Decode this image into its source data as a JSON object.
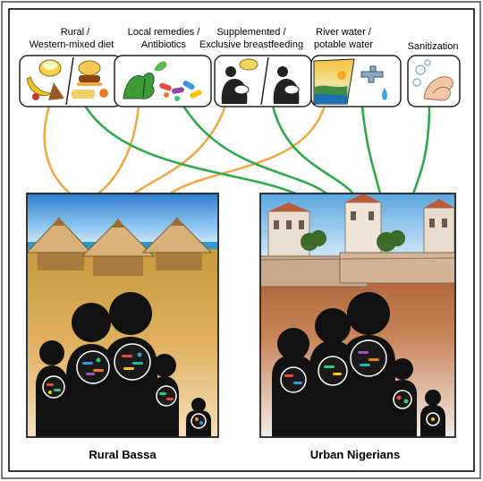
{
  "factors": [
    {
      "line1": "Rural /",
      "line2": "Western-mixed diet",
      "icon": "diet-icon"
    },
    {
      "line1": "Local remedies /",
      "line2": "Antibiotics",
      "icon": "medicine-icon"
    },
    {
      "line1": "Supplemented /",
      "line2": "Exclusive breastfeeding",
      "icon": "breastfeeding-icon"
    },
    {
      "line1": "River water /",
      "line2": "potable water",
      "icon": "water-icon"
    },
    {
      "line1": "Sanitization",
      "line2": "",
      "icon": "handwashing-icon"
    }
  ],
  "groups": {
    "rural": "Rural Bassa",
    "urban": "Urban Nigerians"
  },
  "colors": {
    "rural_link": "#f0a848",
    "urban_link": "#2eaa4a",
    "sky": "#3e8fd6",
    "ground": "#d6a256",
    "urban_ground": "#b3683f",
    "silhouette": "#111111"
  }
}
